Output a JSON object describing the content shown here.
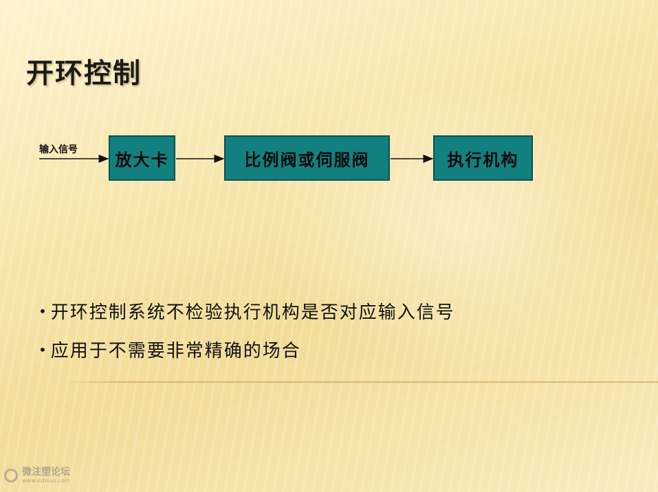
{
  "slide": {
    "title": "开环控制"
  },
  "diagram": {
    "input_label": "输入信号",
    "blocks": [
      {
        "label": "放大卡"
      },
      {
        "label": "比例阀或伺服阀"
      },
      {
        "label": "执行机构"
      }
    ],
    "block_color": "#138080"
  },
  "bullets": [
    {
      "marker": "•",
      "text": "开环控制系统不检验执行机构是否对应输入信号"
    },
    {
      "marker": "•",
      "text": "应用于不需要非常精确的场合"
    }
  ],
  "watermark": {
    "name": "微注塑论坛",
    "url": "www.vzhusu.com"
  }
}
